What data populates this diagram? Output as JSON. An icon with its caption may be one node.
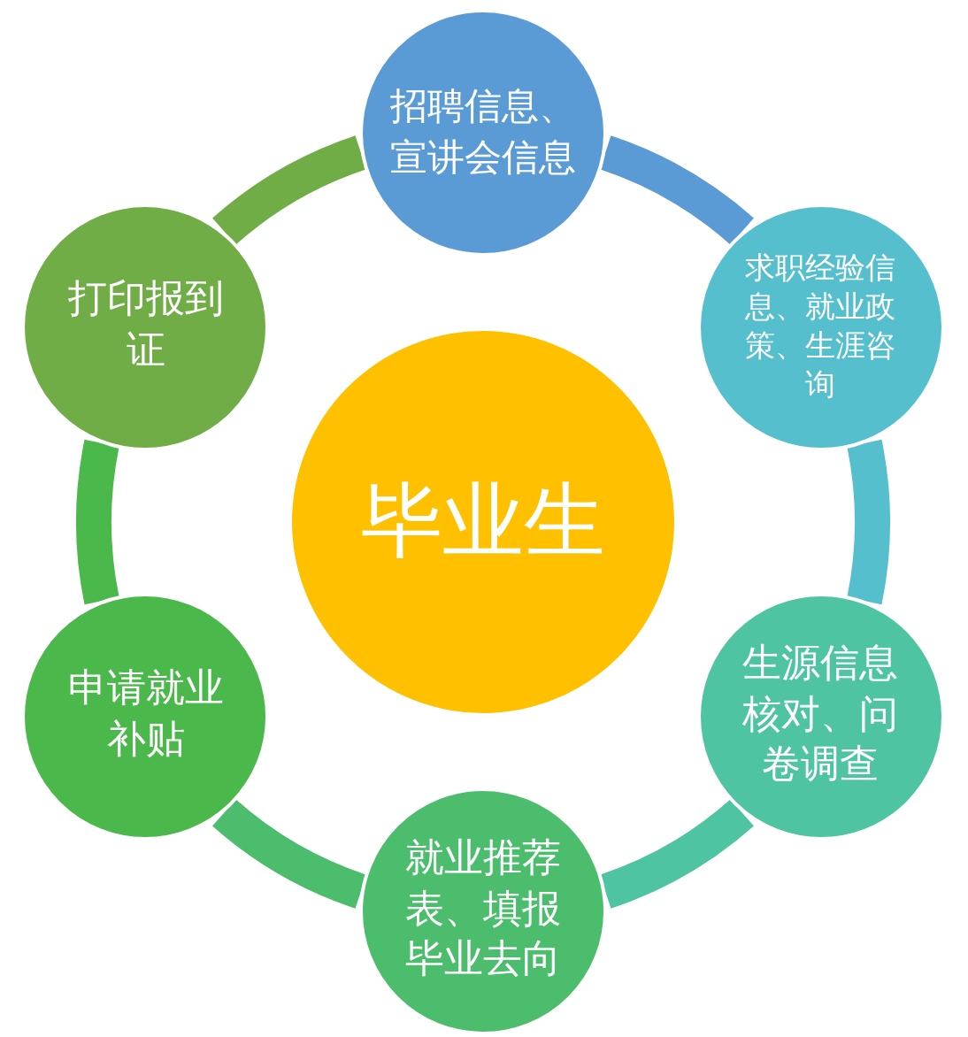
{
  "diagram": {
    "nodes": [
      {
        "text": [
          "毕业生"
        ]
      },
      {
        "text": [
          "招聘信息、宣讲会信息"
        ]
      },
      {
        "text": [
          "求职经验信息、就业政策、生涯咨询"
        ]
      },
      {
        "text": [
          "生源信息核对、问卷调查"
        ]
      },
      {
        "text": [
          "就业推荐表、填报毕业去向"
        ]
      },
      {
        "text": [
          "申请就业补贴"
        ]
      },
      {
        "text": [
          "打印报到证"
        ]
      }
    ],
    "edges": [
      {
        "from": 1,
        "to": 2,
        "arrow": "none",
        "color": "#5b9bd5"
      },
      {
        "from": 2,
        "to": 3,
        "arrow": "none",
        "color": "#55bfcd"
      },
      {
        "from": 3,
        "to": 4,
        "arrow": "none",
        "color": "#4fc4a2"
      },
      {
        "from": 4,
        "to": 5,
        "arrow": "none",
        "color": "#4cbd6c"
      },
      {
        "from": 5,
        "to": 6,
        "arrow": "none",
        "color": "#4bb84b"
      },
      {
        "from": 6,
        "to": 1,
        "arrow": "none",
        "color": "#70ad47"
      }
    ]
  }
}
